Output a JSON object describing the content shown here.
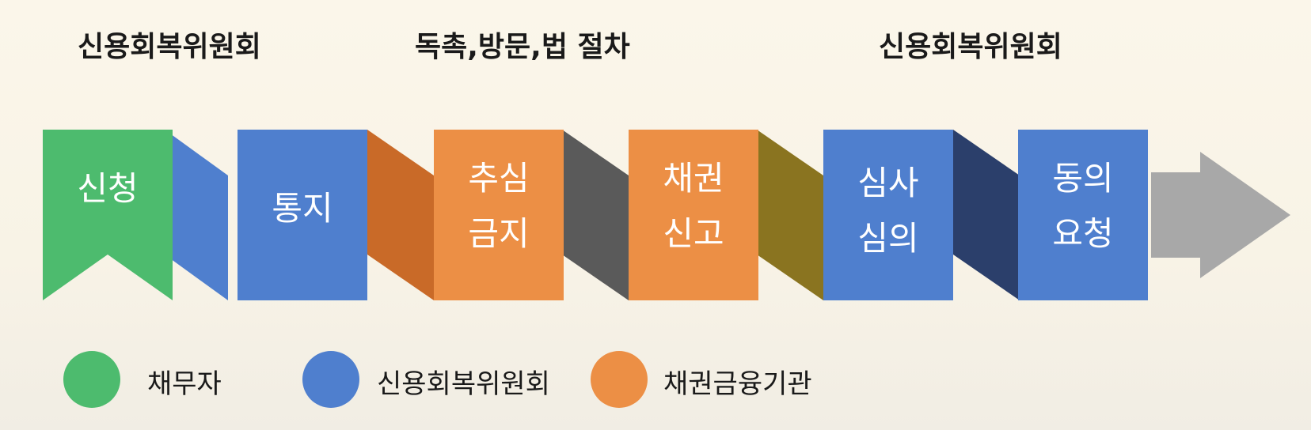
{
  "headers": {
    "left": "신용회복위원회",
    "middle": "독촉,방문,법 절차",
    "right": "신용회복위원회"
  },
  "steps": [
    {
      "label_line1": "신청",
      "label_line2": "",
      "role": "debtor"
    },
    {
      "label_line1": "통지",
      "label_line2": "",
      "role": "committee"
    },
    {
      "label_line1": "추심",
      "label_line2": "금지",
      "role": "creditor"
    },
    {
      "label_line1": "채권",
      "label_line2": "신고",
      "role": "creditor"
    },
    {
      "label_line1": "심사",
      "label_line2": "심의",
      "role": "committee"
    },
    {
      "label_line1": "동의",
      "label_line2": "요청",
      "role": "committee"
    }
  ],
  "legend": [
    {
      "label": "채무자",
      "color": "#4dbb6e"
    },
    {
      "label": "신용회복위원회",
      "color": "#4f7fce"
    },
    {
      "label": "채권금융기관",
      "color": "#ec8f45"
    }
  ],
  "colors": {
    "debtor": "#4dbb6e",
    "committee": "#4f7fce",
    "creditor": "#ec8f45",
    "connector_blue": "#4f7fce",
    "connector_orange": "#c96a28",
    "connector_gray": "#5a5a5a",
    "connector_olive": "#8a7420",
    "connector_navy": "#2b3f6b",
    "arrow": "#a8a8a8"
  }
}
